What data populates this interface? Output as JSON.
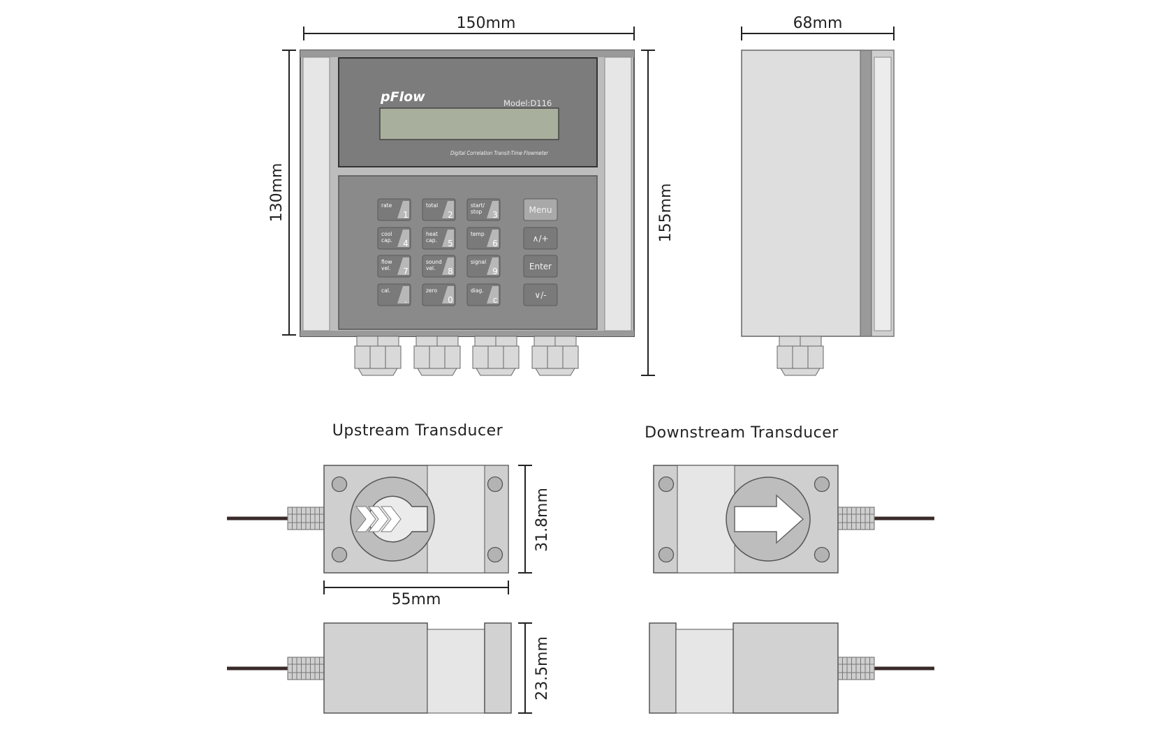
{
  "dimensions": {
    "meter_width": "150mm",
    "meter_depth": "68mm",
    "meter_height_body": "130mm",
    "meter_height_total": "155mm",
    "transducer_width": "31.8mm",
    "transducer_length": "55mm",
    "transducer_height": "23.5mm"
  },
  "meter": {
    "brand": "pFlow",
    "model": "Model:D116",
    "subtitle": "Digital Correlation Transit-Time Flowmeter"
  },
  "keypad": {
    "keys": [
      {
        "label1": "rate",
        "label2": "",
        "num": "1"
      },
      {
        "label1": "total",
        "label2": "",
        "num": "2"
      },
      {
        "label1": "start/",
        "label2": "stop",
        "num": "3"
      },
      {
        "label1": "cool",
        "label2": "cap.",
        "num": "4"
      },
      {
        "label1": "heat",
        "label2": "cap.",
        "num": "5"
      },
      {
        "label1": "temp",
        "label2": "",
        "num": "6"
      },
      {
        "label1": "flow",
        "label2": "vel.",
        "num": "7"
      },
      {
        "label1": "sound",
        "label2": "vel.",
        "num": "8"
      },
      {
        "label1": "signal",
        "label2": "",
        "num": "9"
      },
      {
        "label1": "cal.",
        "label2": "",
        "num": "."
      },
      {
        "label1": "zero",
        "label2": "",
        "num": "0"
      },
      {
        "label1": "diag.",
        "label2": "",
        "num": "c"
      }
    ],
    "side_keys": [
      "Menu",
      "∧/+",
      "Enter",
      "∨/-"
    ]
  },
  "transducers": {
    "upstream_title": "Upstream Transducer",
    "downstream_title": "Downstream Transducer"
  }
}
